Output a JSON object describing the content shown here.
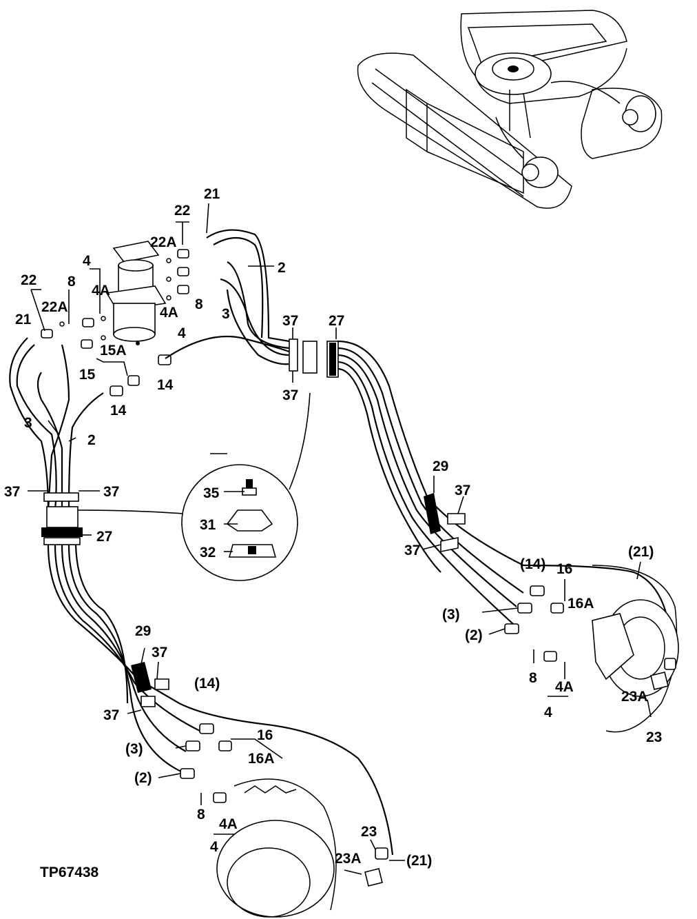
{
  "figure_id": "TP67438",
  "labels": {
    "swivel": {
      "l21": "21",
      "l22": "22",
      "l22a": "22A",
      "l2": "2",
      "l4": "4",
      "l4a": "4A",
      "l8": "8",
      "l3": "3",
      "l4a_b": "4A",
      "l4_b": "4",
      "l22_left": "22",
      "l8_left": "8",
      "l22a_left": "22A",
      "l21_left": "21",
      "l15a": "15A",
      "l15": "15",
      "l14_a": "14",
      "l14_b": "14",
      "l3_left": "3",
      "l2_left": "2"
    },
    "clamps": {
      "l37_top": "37",
      "l27_top": "27",
      "l37_top_b": "37",
      "l37_left_a": "37",
      "l37_left_b": "37",
      "l27_left": "27"
    },
    "inset": {
      "l35": "35",
      "l31": "31",
      "l32": "32"
    },
    "right_motor": {
      "l29": "29",
      "l37_a": "37",
      "l37_b": "37",
      "l21p": "(21)",
      "l14p": "(14)",
      "l16": "16",
      "l16a": "16A",
      "l3p": "(3)",
      "l2p": "(2)",
      "l8": "8",
      "l4a": "4A",
      "l4": "4",
      "l23a": "23A",
      "l23": "23"
    },
    "left_motor": {
      "l29": "29",
      "l37_a": "37",
      "l37_b": "37",
      "l14p": "(14)",
      "l16": "16",
      "l16a": "16A",
      "l3p": "(3)",
      "l2p": "(2)",
      "l8": "8",
      "l4a": "4A",
      "l4": "4",
      "l23": "23",
      "l23a": "23A",
      "l21p": "(21)"
    }
  },
  "icons": [
    "track-frame-illustration",
    "swivel-joint",
    "clamp-detail-inset",
    "travel-motor-right",
    "travel-motor-left"
  ]
}
